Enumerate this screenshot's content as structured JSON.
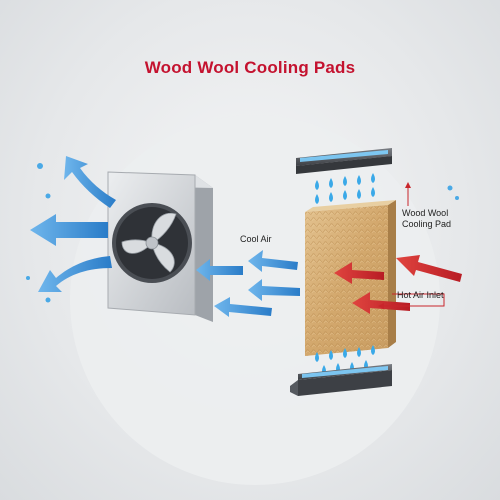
{
  "title": "Wood Wool Cooling Pads",
  "labels": {
    "cool_air": "Cool Air",
    "pad_line1": "Wood Wool",
    "pad_line2": "Cooling Pad",
    "hot_air": "Hot Air Inlet"
  },
  "colors": {
    "title": "#c4122f",
    "cool_arrow": "#3b8fd6",
    "hot_arrow": "#c9252b",
    "pad": "#d6b07a",
    "water": "#3aa9e8",
    "fan_body": "#cfd2d6"
  },
  "icons": [
    "fan-icon",
    "water-drop-icon",
    "arrow-icon"
  ]
}
